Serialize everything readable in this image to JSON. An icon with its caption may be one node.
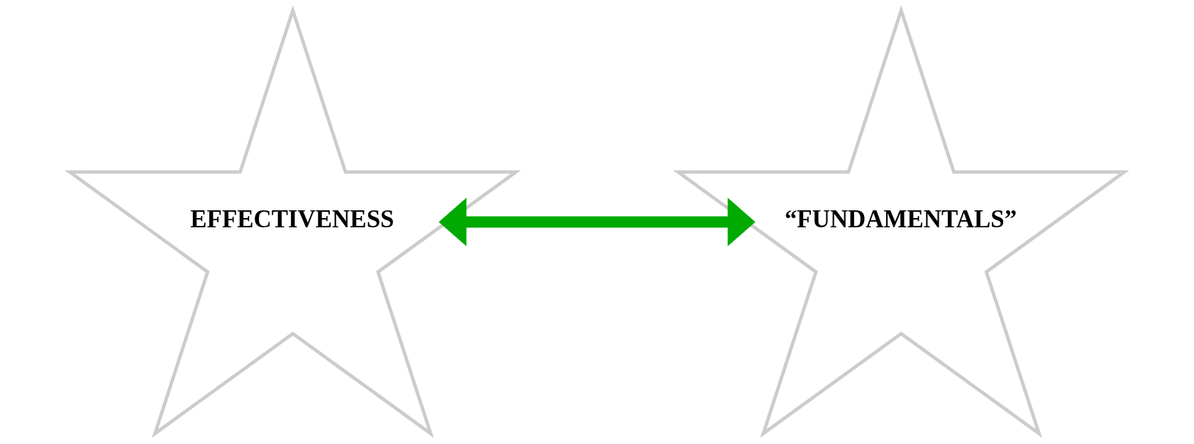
{
  "diagram": {
    "nodes": [
      {
        "text": [
          "EFFECTIVENESS"
        ]
      },
      {
        "text": [
          "“FUNDAMENTALS”"
        ]
      }
    ],
    "edges": [
      {
        "from": 0,
        "to": 1,
        "arrow": "both",
        "color": "#00aa00"
      }
    ]
  }
}
